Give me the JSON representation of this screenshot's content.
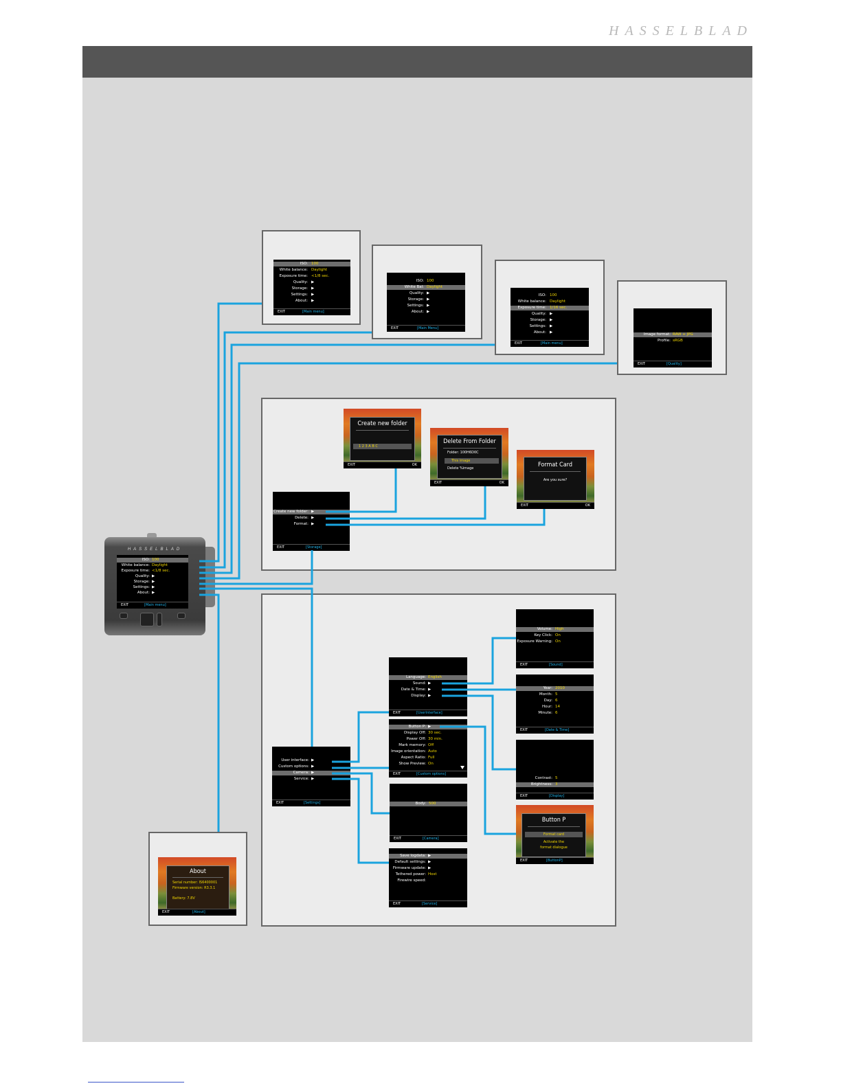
{
  "brand": "HASSELBLAD",
  "colors": {
    "line": "#1aa3de",
    "value": "#f2d600",
    "title": "#1fb3ea"
  },
  "camera": {
    "logo": "HASSELBLAD",
    "rows": [
      {
        "label": "ISO:",
        "value": "100"
      },
      {
        "label": "White balance:",
        "value": "Daylight"
      },
      {
        "label": "Exposure time:",
        "value": "<1/8 sec."
      },
      {
        "label": "Quality:",
        "value": "▶"
      },
      {
        "label": "Storage:",
        "value": "▶"
      },
      {
        "label": "Settings:",
        "value": "▶"
      },
      {
        "label": "About:",
        "value": "▶"
      }
    ],
    "exit": "EXIT",
    "title": "[Main menu]"
  },
  "main_iso": {
    "rows": [
      {
        "label": "ISO:",
        "value": "100"
      },
      {
        "label": "White balance:",
        "value": "Daylight"
      },
      {
        "label": "Exposure time:",
        "value": "<1/8 sec."
      },
      {
        "label": "Quality:",
        "value": "▶"
      },
      {
        "label": "Storage:",
        "value": "▶"
      },
      {
        "label": "Settings:",
        "value": "▶"
      },
      {
        "label": "About:",
        "value": "▶"
      }
    ],
    "exit": "EXIT",
    "title": "[Main menu]"
  },
  "main_wb": {
    "rows": [
      {
        "label": "ISO:",
        "value": "100"
      },
      {
        "label": "White Bal:",
        "value": "Daylight"
      },
      {
        "label": "Quality:",
        "value": "▶"
      },
      {
        "label": "Storage:",
        "value": "▶"
      },
      {
        "label": "Settings:",
        "value": "▶"
      },
      {
        "label": "About:",
        "value": "▶"
      }
    ],
    "exit": "EXIT",
    "title": "[Main Menu]"
  },
  "main_exp": {
    "rows": [
      {
        "label": "ISO:",
        "value": "100"
      },
      {
        "label": "White balance:",
        "value": "Daylight"
      },
      {
        "label": "Exposure time:",
        "value": "1/16 sec."
      },
      {
        "label": "Quality:",
        "value": "▶"
      },
      {
        "label": "Storage:",
        "value": "▶"
      },
      {
        "label": "Settings:",
        "value": "▶"
      },
      {
        "label": "About:",
        "value": "▶"
      }
    ],
    "exit": "EXIT",
    "title": "[Main menu]"
  },
  "quality": {
    "rows": [
      {
        "label": "Image format:",
        "value": "RAW + JPG"
      },
      {
        "label": "Profile:",
        "value": "sRGB"
      }
    ],
    "exit": "EXIT",
    "title": "[Quality]"
  },
  "create_folder": {
    "title": "Create new folder",
    "value": "1 2 3 A B C",
    "exit": "EXIT",
    "ok": "OK"
  },
  "delete_folder": {
    "title": "Delete From Folder",
    "folder": "Folder: 100H6D0C",
    "opt1": "This image",
    "opt2": "Delete %image",
    "exit": "EXIT",
    "ok": "OK"
  },
  "format_card": {
    "title": "Format Card",
    "question": "Are you sure?",
    "exit": "EXIT",
    "ok": "OK"
  },
  "storage": {
    "rows": [
      {
        "label": "Create new folder:",
        "value": "▶"
      },
      {
        "label": "Delete:",
        "value": "▶"
      },
      {
        "label": "Format:",
        "value": "▶"
      }
    ],
    "exit": "EXIT",
    "title": "[Storage]"
  },
  "settings": {
    "rows": [
      {
        "label": "User interface:",
        "value": "▶"
      },
      {
        "label": "Custom options:",
        "value": "▶"
      },
      {
        "label": "Camera:",
        "value": "▶"
      },
      {
        "label": "Service:",
        "value": "▶"
      }
    ],
    "exit": "EXIT",
    "title": "[Settings]"
  },
  "user_interface": {
    "rows": [
      {
        "label": "Language:",
        "value": "English"
      },
      {
        "label": "Sound:",
        "value": "▶"
      },
      {
        "label": "Date & Time:",
        "value": "▶"
      },
      {
        "label": "Display:",
        "value": "▶"
      }
    ],
    "exit": "EXIT",
    "title": "[UserInterface]"
  },
  "custom_options": {
    "rows": [
      {
        "label": "Button P:",
        "value": "▶"
      },
      {
        "label": "Display Off:",
        "value": "30 sec."
      },
      {
        "label": "Power Off:",
        "value": "30 min."
      },
      {
        "label": "Mark memory:",
        "value": "Off"
      },
      {
        "label": "Image orientation:",
        "value": "Auto"
      },
      {
        "label": "Aspect Ratio:",
        "value": "Full"
      },
      {
        "label": "Show Preview:",
        "value": "On"
      }
    ],
    "exit": "EXIT",
    "title": "[Custom options]"
  },
  "camera_menu": {
    "rows": [
      {
        "label": "Body:",
        "value": "500"
      }
    ],
    "exit": "EXIT",
    "title": "[Camera]"
  },
  "service": {
    "rows": [
      {
        "label": "Save logdata:",
        "value": "▶"
      },
      {
        "label": "Default settings:",
        "value": "▶"
      },
      {
        "label": "Firmware update:",
        "value": "▶"
      },
      {
        "label": "Tethered power:",
        "value": "Host"
      },
      {
        "label": "Firewire speed:",
        "value": ""
      }
    ],
    "exit": "EXIT",
    "title": "[Service]"
  },
  "sound": {
    "rows": [
      {
        "label": "Volume:",
        "value": "High"
      },
      {
        "label": "Key Click:",
        "value": "On"
      },
      {
        "label": "Exposure Warning:",
        "value": "On"
      }
    ],
    "exit": "EXIT",
    "title": "[Sound]"
  },
  "date_time": {
    "rows": [
      {
        "label": "Year:",
        "value": "2010"
      },
      {
        "label": "Month:",
        "value": "5"
      },
      {
        "label": "Day:",
        "value": "6"
      },
      {
        "label": "Hour:",
        "value": "14"
      },
      {
        "label": "Minute:",
        "value": "6"
      }
    ],
    "exit": "EXIT",
    "title": "[Date & Time]"
  },
  "display": {
    "rows": [
      {
        "label": "Contrast:",
        "value": "5"
      },
      {
        "label": "Brightness:",
        "value": "3"
      }
    ],
    "exit": "EXIT",
    "title": "[Display]"
  },
  "button_p": {
    "title": "Button P",
    "opt": "Format card",
    "desc1": "Activate the",
    "desc2": "format dialogue",
    "exit": "EXIT",
    "screen_title": "[ButtonP]"
  },
  "about": {
    "title": "About",
    "serial": "Serial number: IS6400001",
    "firmware": "Firmware version: R3.3.1",
    "battery": "Battery: 7.8V",
    "exit": "EXIT",
    "screen_title": "[About]"
  }
}
